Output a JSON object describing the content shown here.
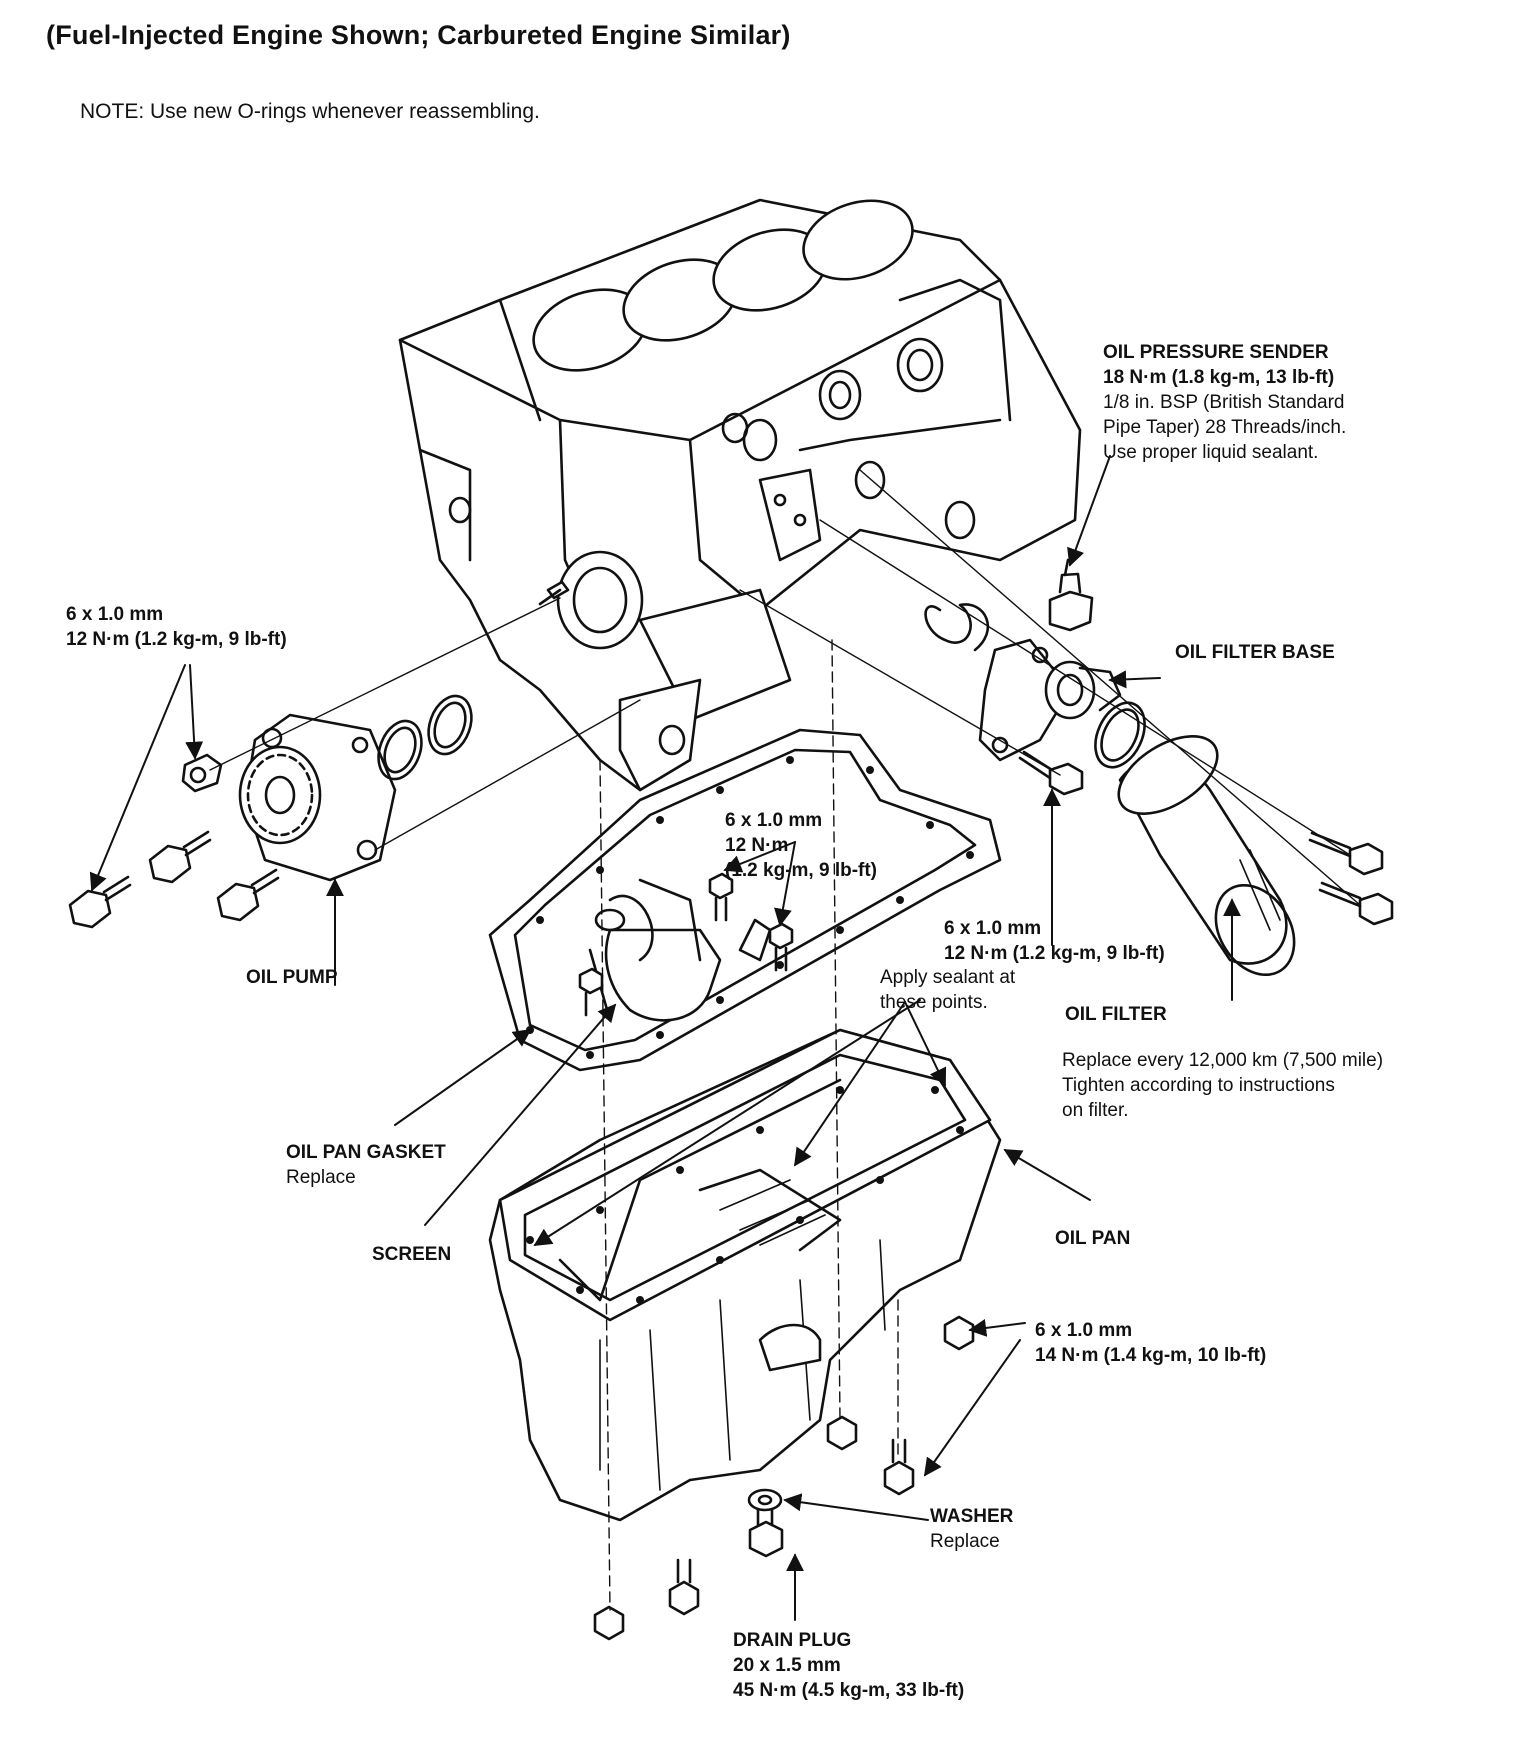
{
  "header": {
    "title": "(Fuel-Injected Engine Shown; Carbureted Engine Similar)",
    "note": "NOTE:  Use new O-rings whenever reassembling."
  },
  "callouts": {
    "oil_pressure_sender": {
      "name": "OIL PRESSURE SENDER",
      "torque": "18 N·m (1.8 kg-m, 13 lb-ft)",
      "line1": "1/8 in. BSP (British Standard",
      "line2": "Pipe Taper) 28 Threads/inch.",
      "line3": "Use proper liquid sealant."
    },
    "oil_pump_bolt": {
      "size": "6 x 1.0 mm",
      "torque": "12 N·m (1.2 kg-m, 9 lb-ft)"
    },
    "oil_filter_base": {
      "name": "OIL FILTER BASE"
    },
    "screen_bolt": {
      "size": "6 x 1.0 mm",
      "torque1": "12 N·m",
      "torque2": "(1.2 kg-m, 9 lb-ft)"
    },
    "filter_base_bolt": {
      "size": "6 x 1.0 mm",
      "torque": "12 N·m (1.2 kg-m, 9 lb-ft)"
    },
    "sealant": {
      "line1": "Apply sealant at",
      "line2": "these points."
    },
    "oil_pump": {
      "name": "OIL PUMP"
    },
    "oil_filter": {
      "name": "OIL FILTER",
      "line1": "Replace every 12,000 km (7,500 mile)",
      "line2": "Tighten according to instructions",
      "line3": "on filter."
    },
    "oil_pan_gasket": {
      "name": "OIL PAN GASKET",
      "note": "Replace"
    },
    "screen": {
      "name": "SCREEN"
    },
    "oil_pan": {
      "name": "OIL PAN"
    },
    "pan_bolt": {
      "size": "6 x 1.0 mm",
      "torque": "14 N·m (1.4 kg-m, 10 lb-ft)"
    },
    "washer": {
      "name": "WASHER",
      "note": "Replace"
    },
    "drain_plug": {
      "name": "DRAIN PLUG",
      "size": "20 x 1.5 mm",
      "torque": "45 N·m (4.5 kg-m, 33 lb-ft)"
    }
  }
}
